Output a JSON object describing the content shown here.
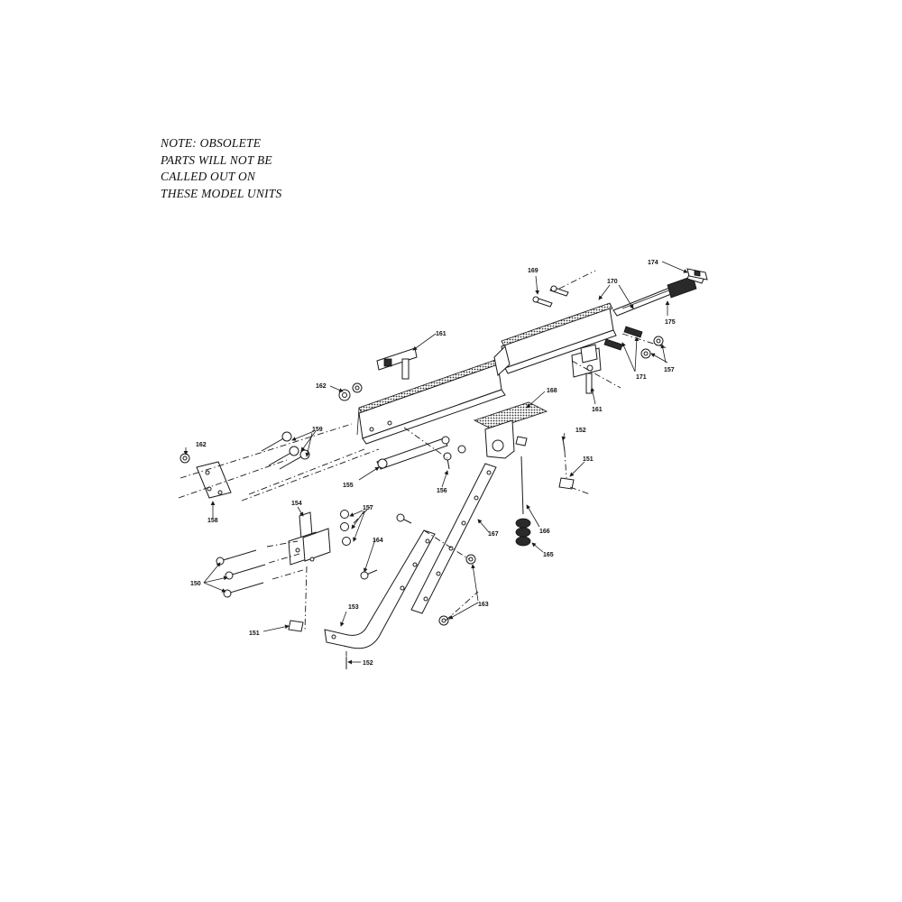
{
  "note": {
    "lines": [
      "NOTE: OBSOLETE",
      "PARTS WILL NOT BE",
      "CALLED OUT ON",
      "THESE MODEL UNITS"
    ]
  },
  "callouts": {
    "c174": "174",
    "c169": "169",
    "c170": "170",
    "c175": "175",
    "c161a": "161",
    "c157a": "157",
    "c171": "171",
    "c161b": "161",
    "c162a": "162",
    "c168": "168",
    "c159": "159",
    "c162b": "162",
    "c152a": "152",
    "c151a": "151",
    "c155": "155",
    "c156": "156",
    "c158": "158",
    "c154": "154",
    "c157b": "157",
    "c166": "166",
    "c167": "167",
    "c164": "164",
    "c165": "165",
    "c150": "150",
    "c163": "163",
    "c153": "153",
    "c151b": "151",
    "c152b": "152"
  }
}
